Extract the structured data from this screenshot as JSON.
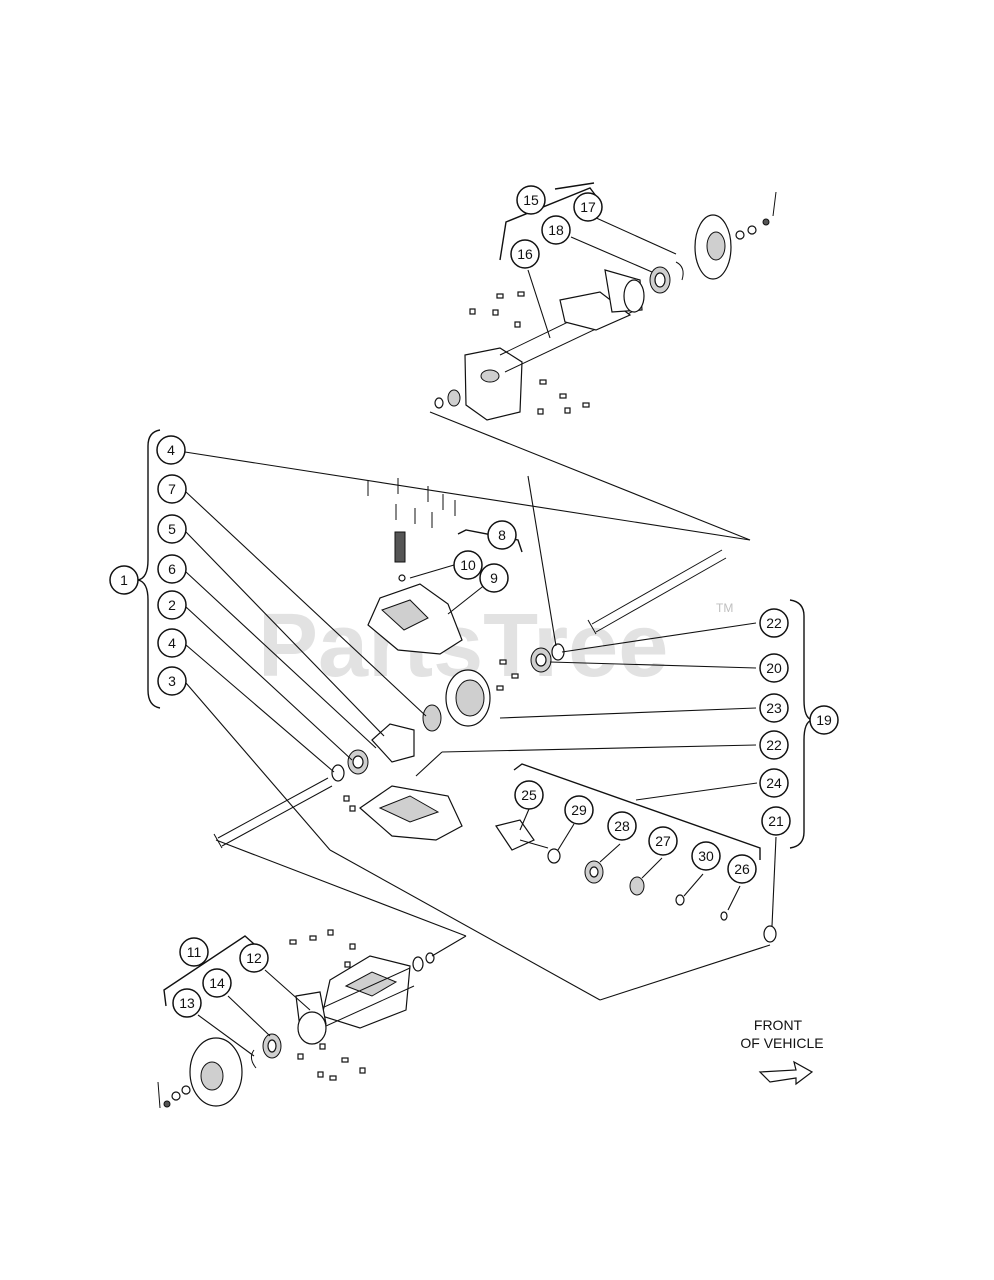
{
  "watermark": {
    "text": "PartsTree",
    "tm": "TM"
  },
  "front_label": {
    "line1": "FRONT",
    "line2": "OF VEHICLE"
  },
  "callouts": [
    "15",
    "17",
    "18",
    "16",
    "4",
    "7",
    "5",
    "6",
    "2",
    "4",
    "3",
    "1",
    "8",
    "10",
    "9",
    "22",
    "20",
    "23",
    "22",
    "19",
    "24",
    "25",
    "29",
    "28",
    "27",
    "30",
    "26",
    "21",
    "11",
    "12",
    "14",
    "13"
  ]
}
